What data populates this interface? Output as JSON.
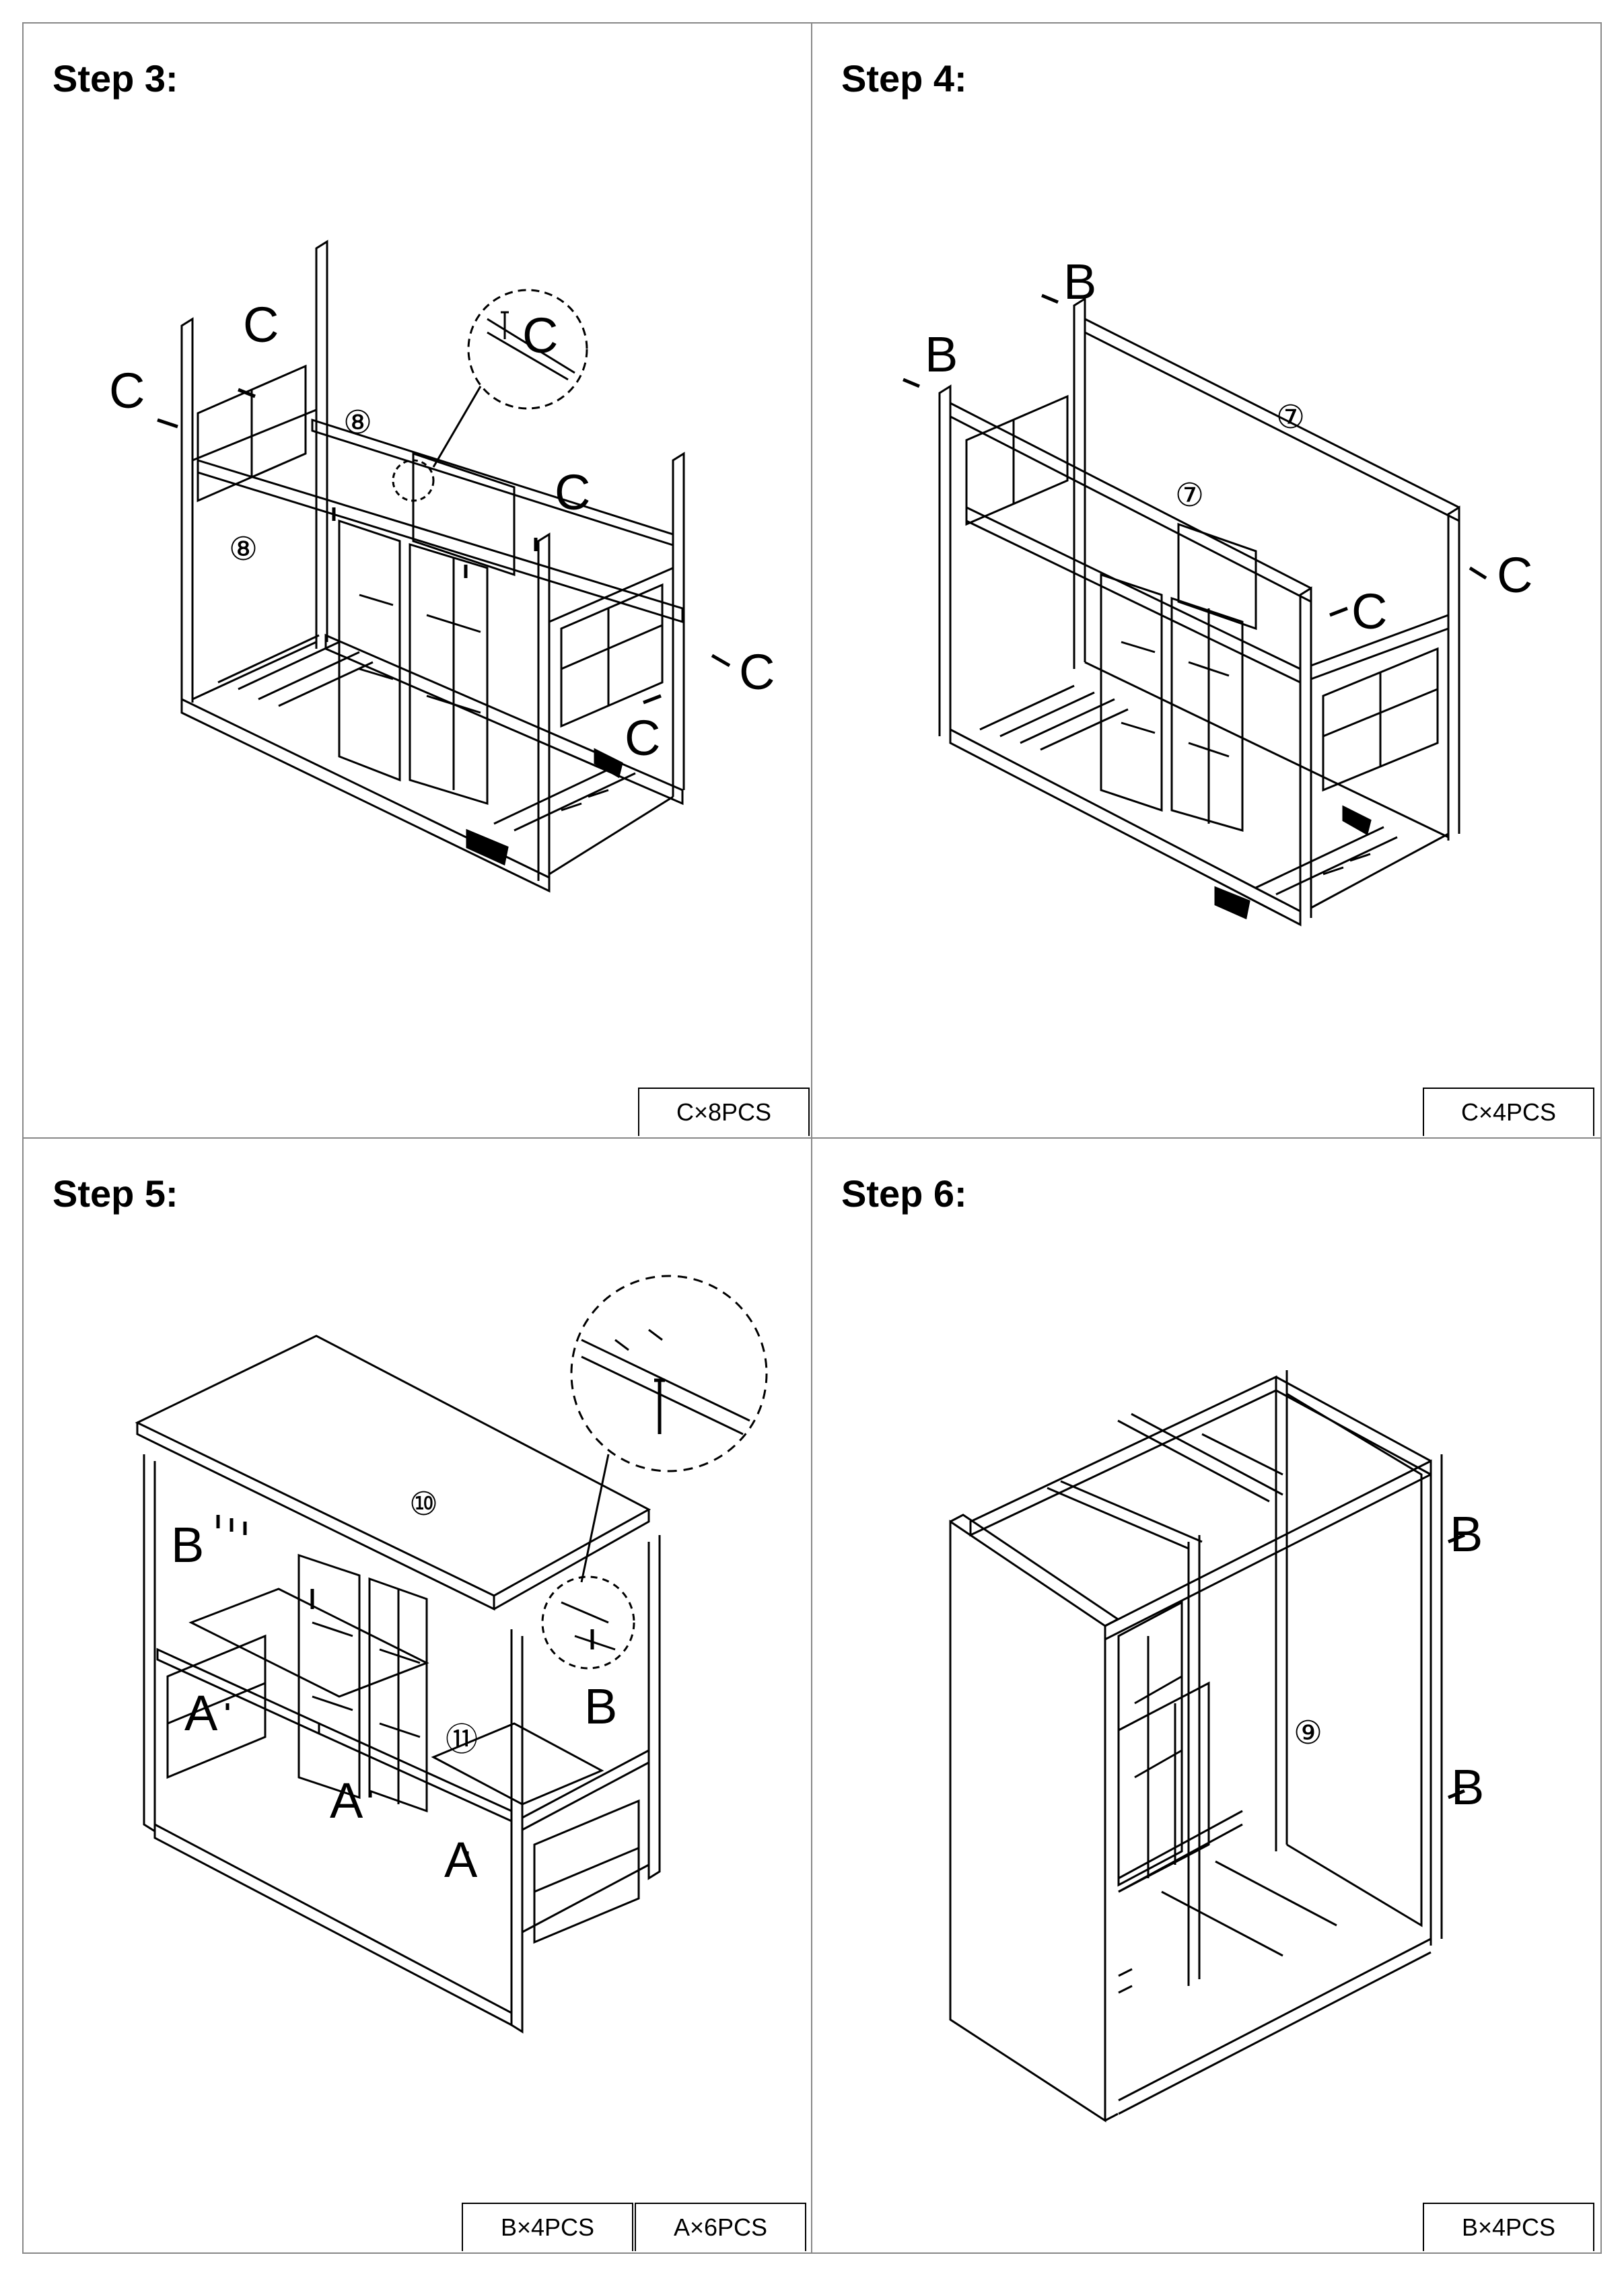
{
  "steps": [
    {
      "title": "Step 3:",
      "quantities": [
        "C×8PCS"
      ],
      "callouts": [
        "C",
        "C",
        "C",
        "C",
        "C",
        "C"
      ],
      "part_numbers": [
        "⑧",
        "⑧"
      ]
    },
    {
      "title": "Step 4:",
      "quantities": [
        "C×4PCS"
      ],
      "callouts": [
        "B",
        "B",
        "C",
        "C"
      ],
      "part_numbers": [
        "⑦",
        "⑦"
      ]
    },
    {
      "title": "Step 5:",
      "quantities": [
        "B×4PCS",
        "A×6PCS"
      ],
      "callouts": [
        "B",
        "B",
        "A",
        "A",
        "A"
      ],
      "part_numbers": [
        "⑩",
        "⑪"
      ]
    },
    {
      "title": "Step 6:",
      "quantities": [
        "B×4PCS"
      ],
      "callouts": [
        "B",
        "B"
      ],
      "part_numbers": [
        "⑨"
      ]
    }
  ]
}
